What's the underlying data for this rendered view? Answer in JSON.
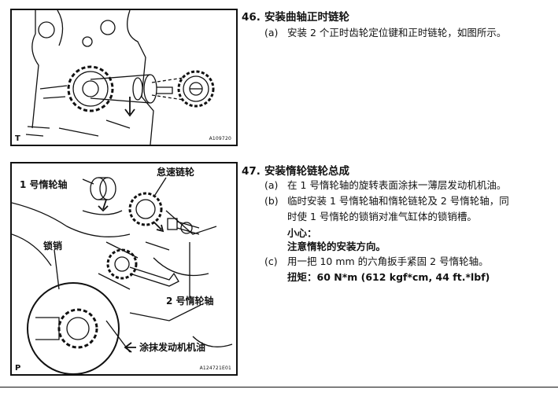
{
  "step46": {
    "number": "46.",
    "title": "安装曲轴正时链轮",
    "items": [
      {
        "mark": "(a)",
        "text": "安装 2 个正时齿轮定位键和正时链轮，如图所示。"
      }
    ]
  },
  "step47": {
    "number": "47.",
    "title": "安装惰轮链轮总成",
    "items": [
      {
        "mark": "(a)",
        "text": "在 1 号惰轮轴的旋转表面涂抹一薄层发动机机油。"
      },
      {
        "mark": "(b)",
        "text": "临时安装 1 号惰轮轴和惰轮链轮及 2 号惰轮轴，同",
        "text2": "时使 1 号惰轮的锁销对准气缸体的锁销槽。"
      },
      {
        "mark": "(c)",
        "text": "用一把 10 mm 的六角扳手紧固 2 号惰轮轴。"
      }
    ],
    "caution_label": "小心：",
    "caution_text": "注意惰轮的安装方向。",
    "torque_text": "扭矩：60 N*m (612 kgf*cm, 44 ft.*lbf)"
  },
  "figure1": {
    "corner_letter": "T",
    "code": "A109720"
  },
  "figure2": {
    "corner_letter": "P",
    "code": "A124721E01",
    "callouts": {
      "idler_shaft_1": "1 号惰轮轴",
      "idler_sprocket": "怠速链轮",
      "lock_pin": "锁销",
      "idler_shaft_2": "2 号惰轮轴",
      "apply_oil": "涂抹发动机机油"
    }
  }
}
